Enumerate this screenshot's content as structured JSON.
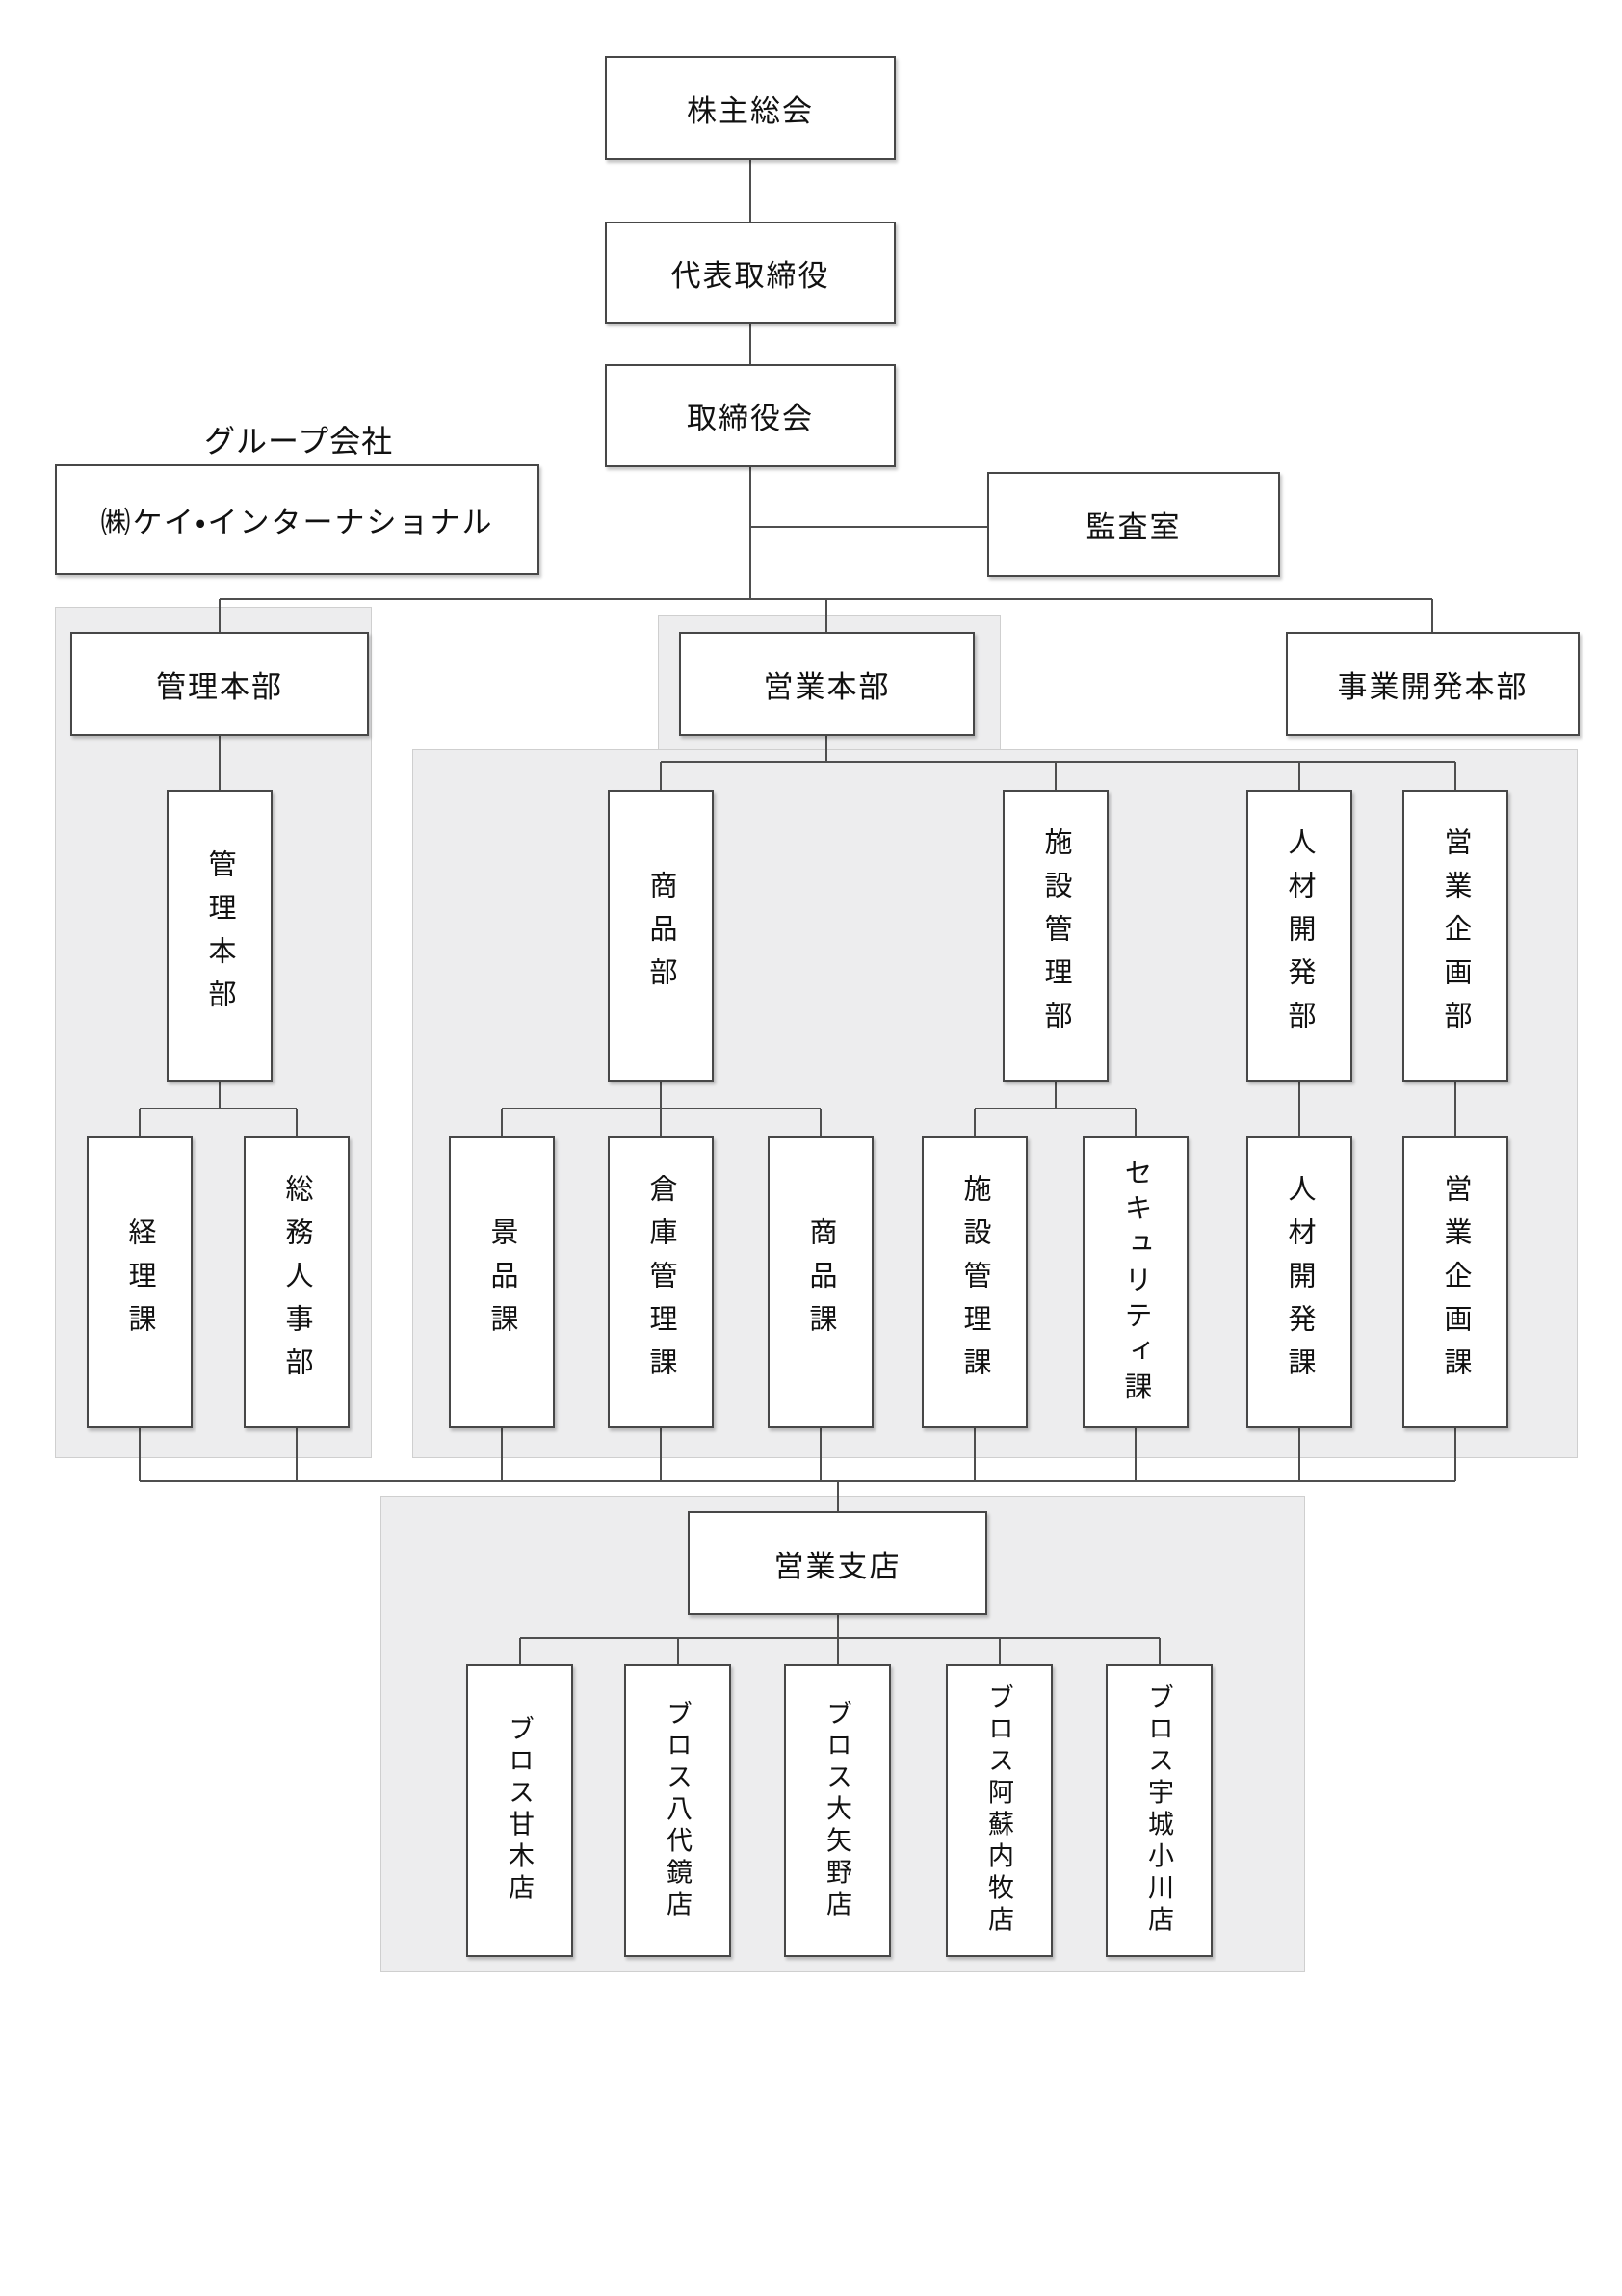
{
  "diagram": {
    "top": {
      "shareholders_meeting": "株主総会",
      "representative_director": "代表取締役",
      "board_of_directors": "取締役会",
      "audit_office": "監査室"
    },
    "group": {
      "caption": "グループ会社",
      "company": "㈱ケイ・インターナショナル"
    },
    "admin": {
      "hq": "管理本部",
      "division": "管理本部",
      "accounting_section": "経理課",
      "general_affairs_hr_dept": "総務人事部"
    },
    "sales": {
      "hq": "営業本部",
      "merchandise_dept": "商品部",
      "prize_section": "景品課",
      "warehouse_mgmt_section": "倉庫管理課",
      "merchandise_section": "商品課",
      "facility_mgmt_dept": "施設管理部",
      "facility_mgmt_section": "施設管理課",
      "security_section": "セキュリティ課",
      "hr_dev_dept": "人材開発部",
      "hr_dev_section": "人材開発課",
      "sales_planning_dept": "営業企画部",
      "sales_planning_section": "営業企画課"
    },
    "bizdev": {
      "hq": "事業開発本部"
    },
    "branch": {
      "hq": "営業支店",
      "stores": [
        "ブロス甘木店",
        "ブロス八代鏡店",
        "ブロス大矢野店",
        "ブロス阿蘇内牧店",
        "ブロス宇城小川店"
      ]
    }
  }
}
